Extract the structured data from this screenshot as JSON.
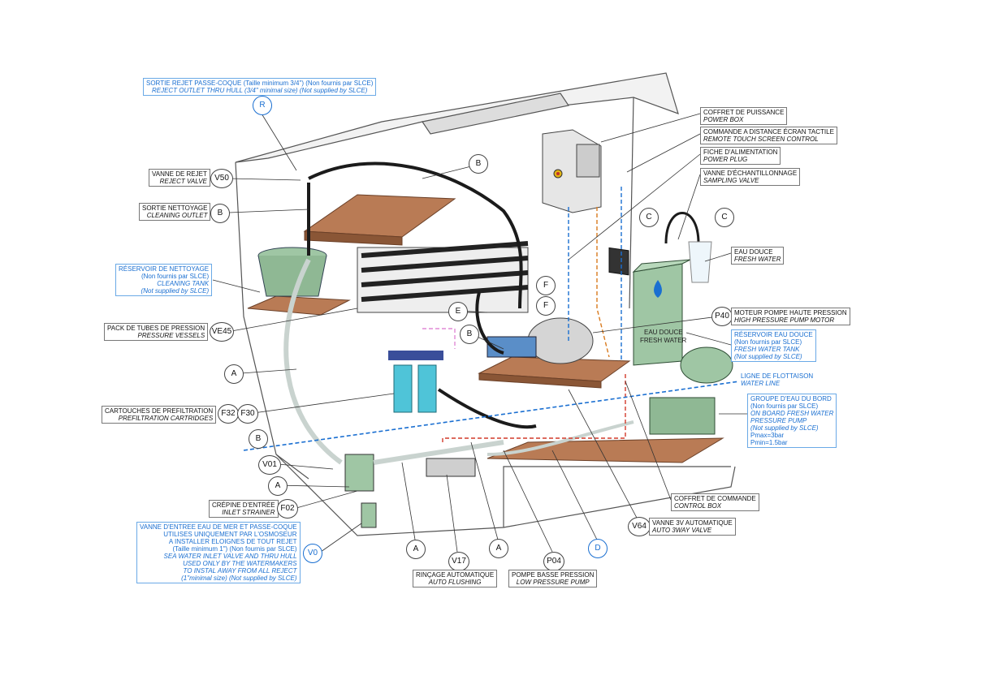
{
  "labels": {
    "reject_outlet": {
      "fr": "SORTIE REJET PASSE-COQUE (Taille minimum 3/4\") (Non fournis par SLCE)",
      "en": "REJECT OUTLET THRU HULL (3/4\" minimal size) (Not supplied by SLCE)"
    },
    "reject_valve": {
      "fr": "VANNE DE REJET",
      "en": "REJECT VALVE"
    },
    "cleaning_outlet": {
      "fr": "SORTIE NETTOYAGE",
      "en": "CLEANING OUTLET"
    },
    "cleaning_tank": {
      "lines": [
        "RÉSERVOIR DE NETTOYAGE",
        "(Non fournis par SLCE)"
      ],
      "en_lines": [
        "CLEANING TANK",
        "(Not supplied by SLCE)"
      ]
    },
    "pressure_vessels": {
      "fr": "PACK DE TUBES DE PRESSION",
      "en": "PRESSURE VESSELS"
    },
    "prefiltration": {
      "fr": "CARTOUCHES DE PREFILTRATION",
      "en": "PREFILTRATION CARTRIDGES"
    },
    "inlet_strainer": {
      "fr": "CRÉPINE D'ENTRÉE",
      "en": "INLET STRAINER"
    },
    "inlet_valve": {
      "lines": [
        "VANNE D'ENTREE EAU DE MER ET PASSE-COQUE",
        "UTILISES UNIQUEMENT PAR L'OSMOSEUR",
        "A INSTALLER ELOIGNES DE TOUT REJET",
        "(Taille minimum 1\") (Non fournis par SLCE)"
      ],
      "en_lines": [
        "SEA WATER INLET VALVE AND THRU HULL",
        "USED ONLY BY THE WATERMAKERS",
        "TO INSTAL AWAY FROM ALL REJECT",
        "(1\"minimal size) (Not supplied by SLCE)"
      ]
    },
    "auto_flushing": {
      "fr": "RINÇAGE AUTOMATIQUE",
      "en": "AUTO FLUSHING"
    },
    "low_pressure_pump": {
      "fr": "POMPE BASSE PRESSION",
      "en": "LOW PRESSURE PUMP"
    },
    "auto_3way": {
      "fr": "VANNE 3V AUTOMATIQUE",
      "en": "AUTO 3WAY VALVE"
    },
    "control_box": {
      "fr": "COFFRET DE COMMANDE",
      "en": "CONTROL BOX"
    },
    "power_box": {
      "fr": "COFFRET DE PUISSANCE",
      "en": "POWER BOX"
    },
    "remote_touch": {
      "fr": "COMMANDE A DISTANCE ÉCRAN TACTILE",
      "en": "REMOTE TOUCH SCREEN CONTROL"
    },
    "power_plug": {
      "fr": "FICHE D'ALIMENTATION",
      "en": "POWER PLUG"
    },
    "sampling_valve": {
      "fr": "VANNE D'ÉCHANTILLONNAGE",
      "en": "SAMPLING VALVE"
    },
    "fresh_water": {
      "fr": "EAU DOUCE",
      "en": "FRESH WATER"
    },
    "hp_motor": {
      "fr": "MOTEUR POMPE HAUTE PRESSION",
      "en": "HIGH PRESSURE PUMP MOTOR"
    },
    "fresh_tank": {
      "lines": [
        "RÉSERVOIR EAU DOUCE",
        "(Non fournis par SLCE)"
      ],
      "en_lines": [
        "FRESH WATER TANK",
        "(Not supplied by SLCE)"
      ]
    },
    "water_line": {
      "fr": "LIGNE DE FLOTTAISON",
      "en": "WATER LINE"
    },
    "onboard_pump": {
      "lines": [
        "GROUPE D'EAU DU BORD",
        "(Non fournis par SLCE)"
      ],
      "en_lines": [
        "ON BOARD FRESH WATER",
        "PRESSURE PUMP",
        "(Not supplied by SLCE)"
      ],
      "extra": [
        "Pmax=3bar",
        "Pmin=1.5bar"
      ]
    },
    "tank_text": [
      "EAU DOUCE",
      "FRESH WATER"
    ]
  },
  "tags": {
    "R": "R",
    "V50": "V50",
    "B1": "B",
    "B2": "B",
    "B3": "B",
    "B4": "B",
    "VE45": "VE45",
    "A1": "A",
    "A2": "A",
    "A3": "A",
    "A4": "A",
    "F32": "F32",
    "F30": "F30",
    "V01": "V01",
    "F02": "F02",
    "V0": "V0",
    "V17": "V17",
    "P04": "P04",
    "D": "D",
    "V64": "V64",
    "E": "E",
    "F1": "F",
    "F2": "F",
    "C1": "C",
    "C2": "C",
    "P40": "P40"
  },
  "colors": {
    "hose_dark": "#1b1b1b",
    "hose_clear": "#c9d3cf",
    "wood": "#b97b55",
    "blue_line": "#1a6fd1",
    "tank_green": "#9fc6a4",
    "cartridge_cyan": "#4fc4d8",
    "wire_orange": "#d97a1e",
    "wire_red": "#d23a2a",
    "wire_green": "#4a9a3c",
    "wire_pink": "#e08ad6"
  }
}
